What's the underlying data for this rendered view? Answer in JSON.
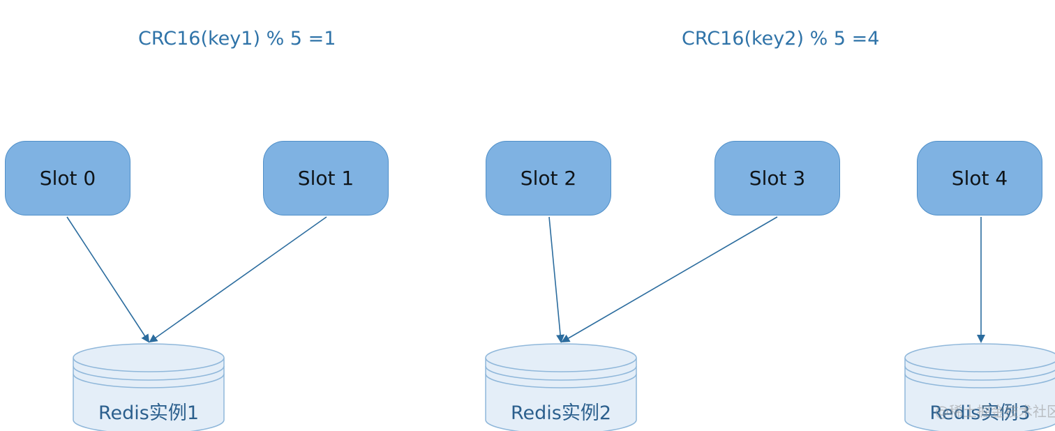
{
  "formulas": {
    "left": "CRC16(key1) % 5 =1",
    "right": "CRC16(key2) % 5 =4"
  },
  "slots": [
    {
      "label": "Slot 0",
      "instance": 1
    },
    {
      "label": "Slot 1",
      "instance": 1
    },
    {
      "label": "Slot 2",
      "instance": 2
    },
    {
      "label": "Slot 3",
      "instance": 2
    },
    {
      "label": "Slot 4",
      "instance": 3
    }
  ],
  "instances": [
    {
      "label": "Redis实例1"
    },
    {
      "label": "Redis实例2"
    },
    {
      "label": "Redis实例3"
    }
  ],
  "watermark": "@稀土掘金技术社区",
  "colors": {
    "slot_fill": "#7fb2e2",
    "slot_border": "#4f8fc8",
    "arrow": "#2b6c9e",
    "db_fill": "#e4eef8",
    "db_stroke": "#8fb7da",
    "formula_text": "#2f73a8"
  }
}
